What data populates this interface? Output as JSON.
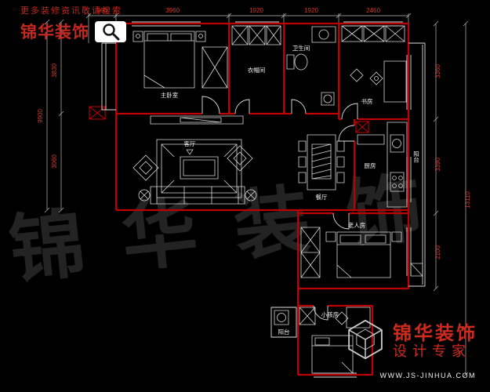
{
  "colors": {
    "background": "#000000",
    "wall_red": "#c00000",
    "line_white": "#e0e0e0",
    "brand_red": "#c5281e",
    "dimension_red": "#cc3a30",
    "watermark_gray": "#232323"
  },
  "icons": {
    "search": "magnifier-in-white-box",
    "logo": "hexagon-cube"
  },
  "header": {
    "tagline": "更多装修资讯敬请搜索",
    "brand": "锦华装饰"
  },
  "watermark": {
    "text": "锦华装饰"
  },
  "footer": {
    "brand": "锦华装饰",
    "subtitle": "设计专家",
    "website": "WWW.JS-JINHUA.COM"
  },
  "floorplan": {
    "rooms": {
      "master_bedroom": "主卧室",
      "cloakroom": "衣帽间",
      "bathroom": "卫生间",
      "study": "书房",
      "living": "客厅",
      "dining": "餐厅",
      "kitchen": "厨房",
      "elder_room": "老人房",
      "kids_room": "小孩房",
      "balcony_bottom": "阳台",
      "balcony_right": "阳台"
    },
    "dimensions": {
      "top": [
        "960",
        "3960",
        "1920",
        "1920",
        "2460"
      ],
      "left_inner": [
        "3830",
        "3060"
      ],
      "left_outer": [
        "9900"
      ],
      "right_inner": [
        "3360",
        "3390",
        "2100"
      ],
      "right_outer": [
        "13110"
      ]
    }
  }
}
